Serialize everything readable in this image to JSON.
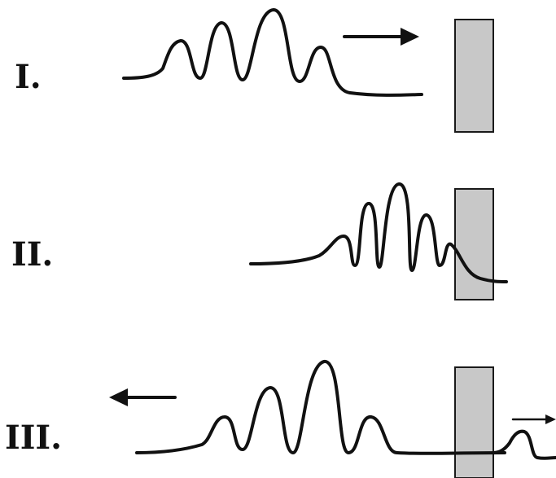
{
  "stages": [
    {
      "label": "I."
    },
    {
      "label": "II."
    },
    {
      "label": "III."
    }
  ]
}
